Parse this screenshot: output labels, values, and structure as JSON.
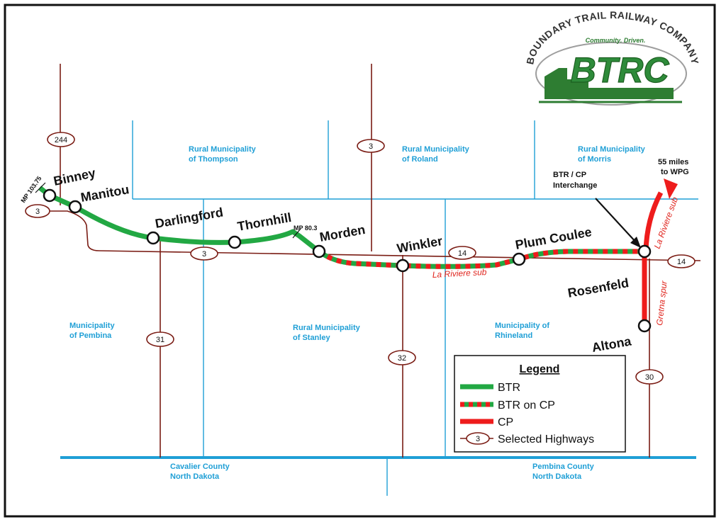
{
  "colors": {
    "btr": "#22a843",
    "cp": "#ee1c1c",
    "highway": "#7a1c14",
    "boundary": "#1f9fd6",
    "logo": "#2e7d32"
  },
  "logo": {
    "arc_text": "BOUNDARY TRAIL RAILWAY COMPANY",
    "tagline": "Community. Driven.",
    "initials": "BTRC"
  },
  "towns": {
    "binney": "Binney",
    "manitou": "Manitou",
    "darlingford": "Darlingford",
    "thornhill": "Thornhill",
    "morden": "Morden",
    "winkler": "Winkler",
    "plum_coulee": "Plum Coulee",
    "rosenfeld": "Rosenfeld",
    "altona": "Altona"
  },
  "mileposts": {
    "west": "MP 103.75",
    "east": "MP 80.3"
  },
  "interchange": {
    "line1": "BTR / CP",
    "line2": "Interchange"
  },
  "to_wpg": {
    "line1": "55 miles",
    "line2": "to WPG"
  },
  "subdivisions": {
    "la_riviere_main": "La Riviere sub",
    "la_riviere_north": "La Riviere sub",
    "gretna": "Gretna spur"
  },
  "highways": {
    "h244": "244",
    "h3_west": "3",
    "h3_mid": "3",
    "h3_north": "3",
    "h14_mid": "14",
    "h14_east": "14",
    "h31": "31",
    "h32": "32",
    "h30": "30"
  },
  "municipalities": {
    "thompson": [
      "Rural Municipality",
      "of Thompson"
    ],
    "roland": [
      "Rural Municipality",
      "of  Roland"
    ],
    "morris": [
      "Rural Municipality",
      "of  Morris"
    ],
    "pembina": [
      "Municipality",
      "of Pembina"
    ],
    "stanley": [
      "Rural Municipality",
      "of Stanley"
    ],
    "rhineland": [
      "Municipality of",
      "Rhineland"
    ]
  },
  "counties": {
    "cavalier": [
      "Cavalier County",
      "North Dakota"
    ],
    "pembina": [
      "Pembina County",
      "North Dakota"
    ]
  },
  "legend": {
    "title": "Legend",
    "items": [
      {
        "label": "BTR",
        "type": "btr"
      },
      {
        "label": "BTR on CP",
        "type": "btr_on_cp"
      },
      {
        "label": "CP",
        "type": "cp"
      },
      {
        "label": "Selected Highways",
        "type": "highway",
        "marker": "3"
      }
    ]
  }
}
